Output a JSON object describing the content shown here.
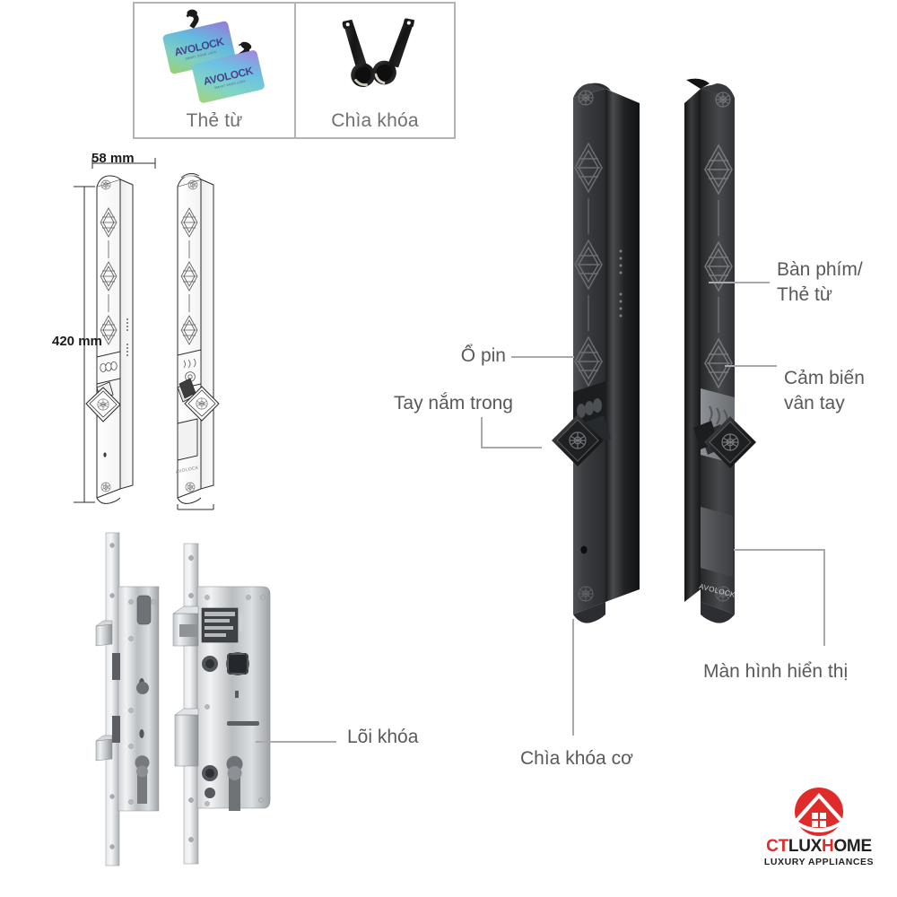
{
  "accessories": {
    "items": [
      {
        "id": "rfid-cards",
        "label": "Thẻ từ",
        "brand_text": "AVOLOCK"
      },
      {
        "id": "mechanical-keys",
        "label": "Chìa khóa"
      }
    ]
  },
  "dimensions": {
    "width_label": "58 mm",
    "height_label": "420 mm"
  },
  "callouts": [
    {
      "id": "keypad-card",
      "text": "Bàn phím/\nThẻ từ",
      "side": "right"
    },
    {
      "id": "fingerprint",
      "text": "Cảm biến\nvân tay",
      "side": "right"
    },
    {
      "id": "display",
      "text": "Màn hình hiển thị",
      "side": "right"
    },
    {
      "id": "battery-slot",
      "text": "Ổ pin",
      "side": "left"
    },
    {
      "id": "inner-handle",
      "text": "Tay nắm trong",
      "side": "left"
    },
    {
      "id": "mech-key",
      "text": "Chìa khóa cơ",
      "side": "below"
    },
    {
      "id": "lock-core",
      "text": "Lõi khóa",
      "side": "right"
    }
  ],
  "product": {
    "body_brand_text": "AVOLOCK"
  },
  "logo": {
    "word_ct": "CT",
    "word_lux": "LUX",
    "word_h": "H",
    "word_ome": "OME",
    "tagline": "LUXURY APPLIANCES",
    "accent_color": "#e02b2b",
    "dark_color": "#231f20"
  },
  "colors": {
    "label_text": "#58595b",
    "leader_line": "#a7a9ac",
    "panel_border": "#b3b3b3",
    "dimension_text": "#1a1a1a"
  }
}
